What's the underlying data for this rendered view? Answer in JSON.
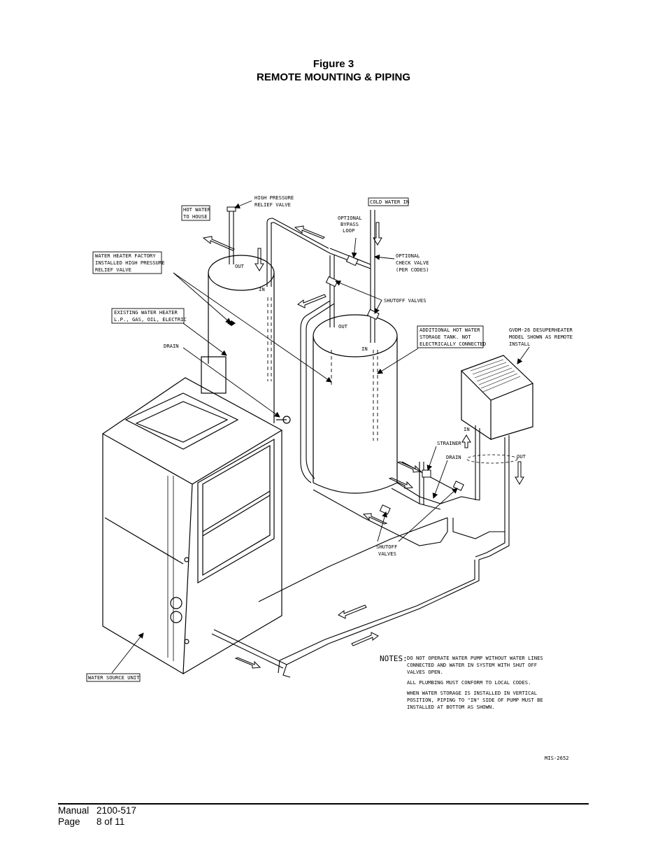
{
  "figure": {
    "number": "Figure 3",
    "title": "REMOTE MOUNTING & PIPING"
  },
  "labels": {
    "hot_water_line1": "HOT WATER",
    "hot_water_line2": "TO HOUSE",
    "hp_relief_line1": "HIGH PRESSURE",
    "hp_relief_line2": "RELIEF VALVE",
    "cold_water_in": "COLD WATER IN",
    "bypass_line1": "OPTIONAL",
    "bypass_line2": "BYPASS",
    "bypass_line3": "LOOP",
    "check_valve_line1": "OPTIONAL",
    "check_valve_line2": "CHECK VALVE",
    "check_valve_line3": "(PER CODES)",
    "factory_line1": "WATER HEATER FACTORY",
    "factory_line2": "INSTALLED HIGH PRESSURE",
    "factory_line3": "RELIEF VALVE",
    "existing_line1": "EXISTING WATER HEATER",
    "existing_line2": "L.P., GAS, OIL, ELECTRIC",
    "shutoff_valves_top": "SHUTOFF VALVES",
    "out_1": "OUT",
    "in_1": "IN",
    "out_2": "OUT",
    "in_2": "IN",
    "drain_1": "DRAIN",
    "storage_line1": "ADDITIONAL HOT WATER",
    "storage_line2": "STORAGE TANK. NOT",
    "storage_line3": "ELECTRICALLY CONNECTED",
    "gvdm_line1": "GVDM-26 DESUPERHEATER",
    "gvdm_line2": "MODEL SHOWN AS REMOTE",
    "gvdm_line3": "INSTALL",
    "in_3": "IN",
    "out_3": "OUT",
    "strainer": "STRAINER",
    "drain_2": "DRAIN",
    "shutoff_line1": "SHUTOFF",
    "shutoff_line2": "VALVES",
    "water_source_unit": "WATER SOURCE UNIT",
    "notes_title": "NOTES:",
    "note1_line1": "DO NOT OPERATE WATER PUMP WITHOUT WATER LINES",
    "note1_line2": "CONNECTED AND WATER IN SYSTEM WITH SHUT OFF",
    "note1_line3": "VALVES OPEN.",
    "note2": "ALL PLUMBING MUST CONFORM TO LOCAL CODES.",
    "note3_line1": "WHEN WATER STORAGE IS INSTALLED IN VERTICAL",
    "note3_line2": "POSITION, PIPING TO \"IN\"  SIDE OF PUMP MUST BE",
    "note3_line3": "INSTALLED AT BOTTOM AS SHOWN.",
    "drawing_id": "MIS-2652"
  },
  "footer": {
    "manual_label": "Manual",
    "manual_value": "2100-517",
    "page_label": "Page",
    "page_value": "8 of 11"
  }
}
